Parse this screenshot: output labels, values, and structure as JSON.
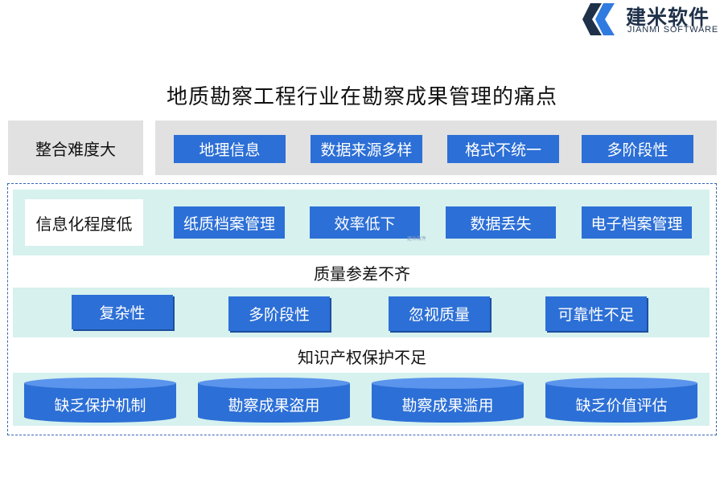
{
  "brand": {
    "name_cn": "建米软件",
    "name_en": "JIANMI SOFTWARE",
    "watermark": "建米软件"
  },
  "title": "地质勘察工程行业在勘察成果管理的痛点",
  "section1": {
    "label": "整合难度大",
    "items": [
      "地理信息",
      "数据来源多样",
      "格式不统一",
      "多阶段性"
    ]
  },
  "section2": {
    "label": "信息化程度低",
    "items": [
      "纸质档案管理",
      "效率低下",
      "数据丢失",
      "电子档案管理"
    ]
  },
  "section3": {
    "label": "质量参差不齐",
    "items": [
      "复杂性",
      "多阶段性",
      "忽视质量",
      "可靠性不足"
    ]
  },
  "section4": {
    "label": "知识产权保护不足",
    "items": [
      "缺乏保护机制",
      "勘察成果盗用",
      "勘察成果滥用",
      "缺乏价值评估"
    ]
  },
  "colors": {
    "primary_blue": "#2c6fd6",
    "band_teal": "#d6f1ee",
    "gray_panel": "#e1e1e1",
    "dash_border": "#3566b8"
  }
}
